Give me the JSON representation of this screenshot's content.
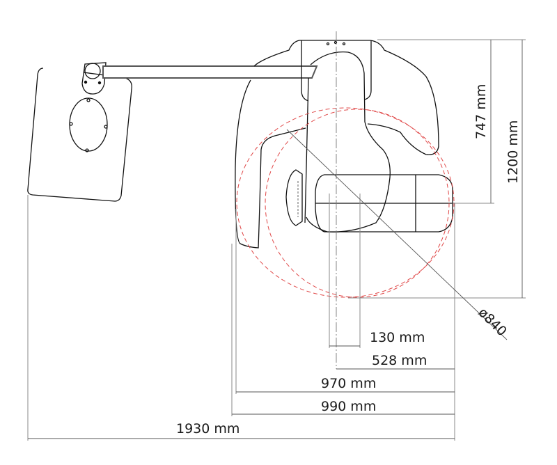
{
  "dimensions": {
    "d130": "130 mm",
    "d528": "528 mm",
    "d970": "970 mm",
    "d990": "990 mm",
    "d1930": "1930 mm",
    "d747": "747 mm",
    "d1200": "1200 mm",
    "diameter": "ø840"
  },
  "colors": {
    "outline": "#111111",
    "rotation_circle": "#e04848"
  }
}
